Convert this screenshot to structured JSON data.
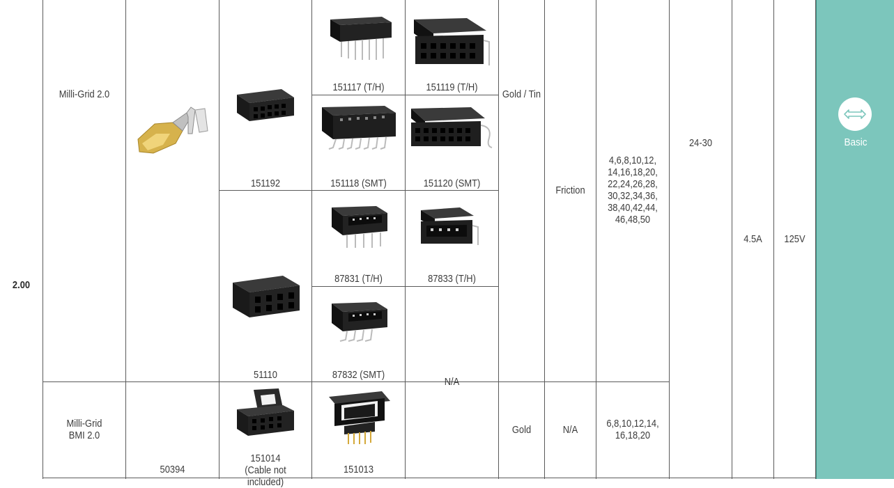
{
  "pitch": "2.00",
  "series": [
    {
      "name": "Milli-Grid 2.0"
    },
    {
      "name_line1": "Milli-Grid",
      "name_line2": "BMI 2.0"
    }
  ],
  "terminal": {
    "part": "50394",
    "icon": "crimp-terminal-image"
  },
  "receptacles": [
    {
      "part": "151192",
      "icon": "receptacle-housing-image"
    },
    {
      "part": "51110",
      "icon": "receptacle-housing-image"
    },
    {
      "part": "151014",
      "note": "(Cable not included)",
      "icon": "latched-receptacle-image"
    }
  ],
  "headers": [
    {
      "part": "151117 (T/H)",
      "icon": "vertical-header-image"
    },
    {
      "part": "151119 (T/H)",
      "icon": "right-angle-header-image"
    },
    {
      "part": "151118 (SMT)",
      "icon": "smt-vertical-header-image"
    },
    {
      "part": "151120 (SMT)",
      "icon": "smt-right-angle-header-image"
    },
    {
      "part": "87831 (T/H)",
      "icon": "shrouded-header-image"
    },
    {
      "part": "87833 (T/H)",
      "icon": "right-angle-shrouded-header-image"
    },
    {
      "part": "87832 (SMT)",
      "icon": "smt-shrouded-header-image"
    },
    {
      "part": "151013",
      "icon": "bmi-header-image"
    }
  ],
  "na_header": "N/A",
  "plating": [
    "Gold / Tin",
    "Gold"
  ],
  "retention": [
    "Friction",
    "N/A"
  ],
  "circuits": [
    [
      "4,6,8,10,12,",
      "14,16,18,20,",
      "22,24,26,28,",
      "30,32,34,36,",
      "38,40,42,44,",
      "46,48,50"
    ],
    [
      "6,8,10,12,14,",
      "16,18,20"
    ]
  ],
  "wire_gauge": "24-30",
  "current": "4.5A",
  "voltage": "125V",
  "side_panel": {
    "label": "Basic",
    "icon": "horizontal-arrows-icon",
    "color": "#7cc6bc"
  }
}
